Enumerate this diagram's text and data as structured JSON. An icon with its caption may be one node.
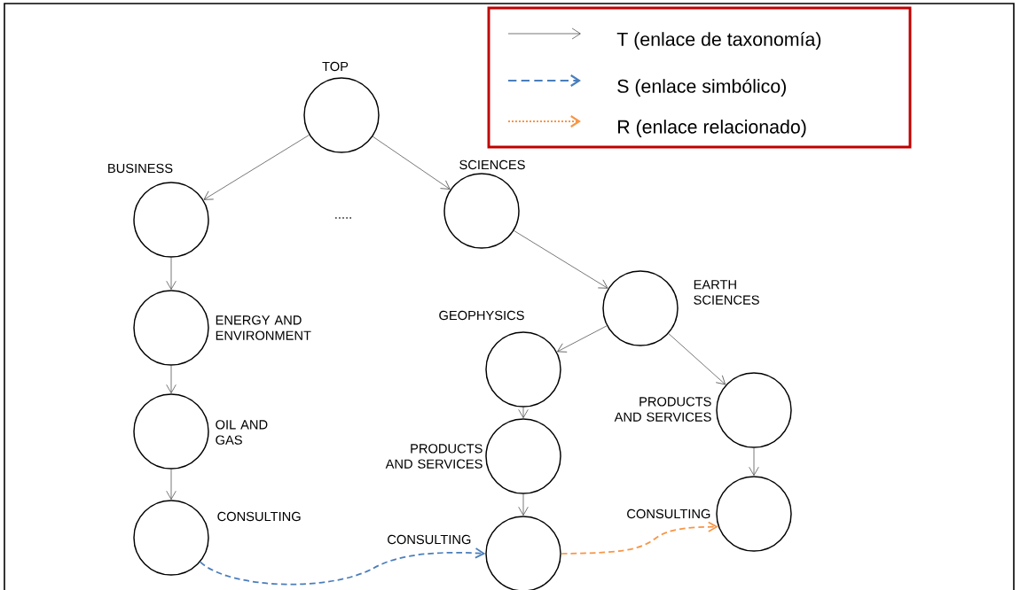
{
  "diagram": {
    "nodes": [
      {
        "text": [
          "TOP"
        ]
      },
      {
        "text": [
          "BUSINESS"
        ]
      },
      {
        "text": [
          "SCIENCES"
        ]
      },
      {
        "text": [
          "ENERGY AND ENVIRONMENT"
        ]
      },
      {
        "text": [
          "EARTH SCIENCES"
        ]
      },
      {
        "text": [
          "GEOPHYSICS"
        ]
      },
      {
        "text": [
          "OIL AND GAS"
        ]
      },
      {
        "text": [
          "PRODUCTS AND SERVICES"
        ]
      },
      {
        "text": [
          "PRODUCTS AND SERVICES"
        ]
      },
      {
        "text": [
          "CONSULTING"
        ]
      },
      {
        "text": [
          "CONSULTING"
        ]
      },
      {
        "text": [
          "CONSULTING"
        ]
      }
    ],
    "edges": [
      {
        "from": 0,
        "to": 1,
        "arrow": "to"
      },
      {
        "from": 0,
        "to": 2,
        "arrow": "to"
      },
      {
        "from": 1,
        "to": 3,
        "arrow": "to"
      },
      {
        "from": 2,
        "to": 4,
        "arrow": "to"
      },
      {
        "from": 4,
        "to": 5,
        "arrow": "to"
      },
      {
        "from": 3,
        "to": 6,
        "arrow": "to"
      },
      {
        "from": 4,
        "to": 8,
        "arrow": "to"
      },
      {
        "from": 5,
        "to": 7,
        "arrow": "to"
      },
      {
        "from": 6,
        "to": 9,
        "arrow": "to"
      },
      {
        "from": 7,
        "to": 10,
        "arrow": "to"
      },
      {
        "from": 8,
        "to": 11,
        "arrow": "to"
      },
      {
        "from": 9,
        "to": 10,
        "arrow": "to",
        "style": "dashed",
        "color": "#4a7ebb"
      },
      {
        "from": 10,
        "to": 11,
        "arrow": "to",
        "style": "dashed",
        "color": "#f79646"
      }
    ],
    "labels": [
      "....."
    ],
    "legend": [
      {
        "text": "T (enlace de taxonomía)"
      },
      {
        "text": "S (enlace simbólico)"
      },
      {
        "text": "R (enlace relacionado)"
      }
    ]
  }
}
